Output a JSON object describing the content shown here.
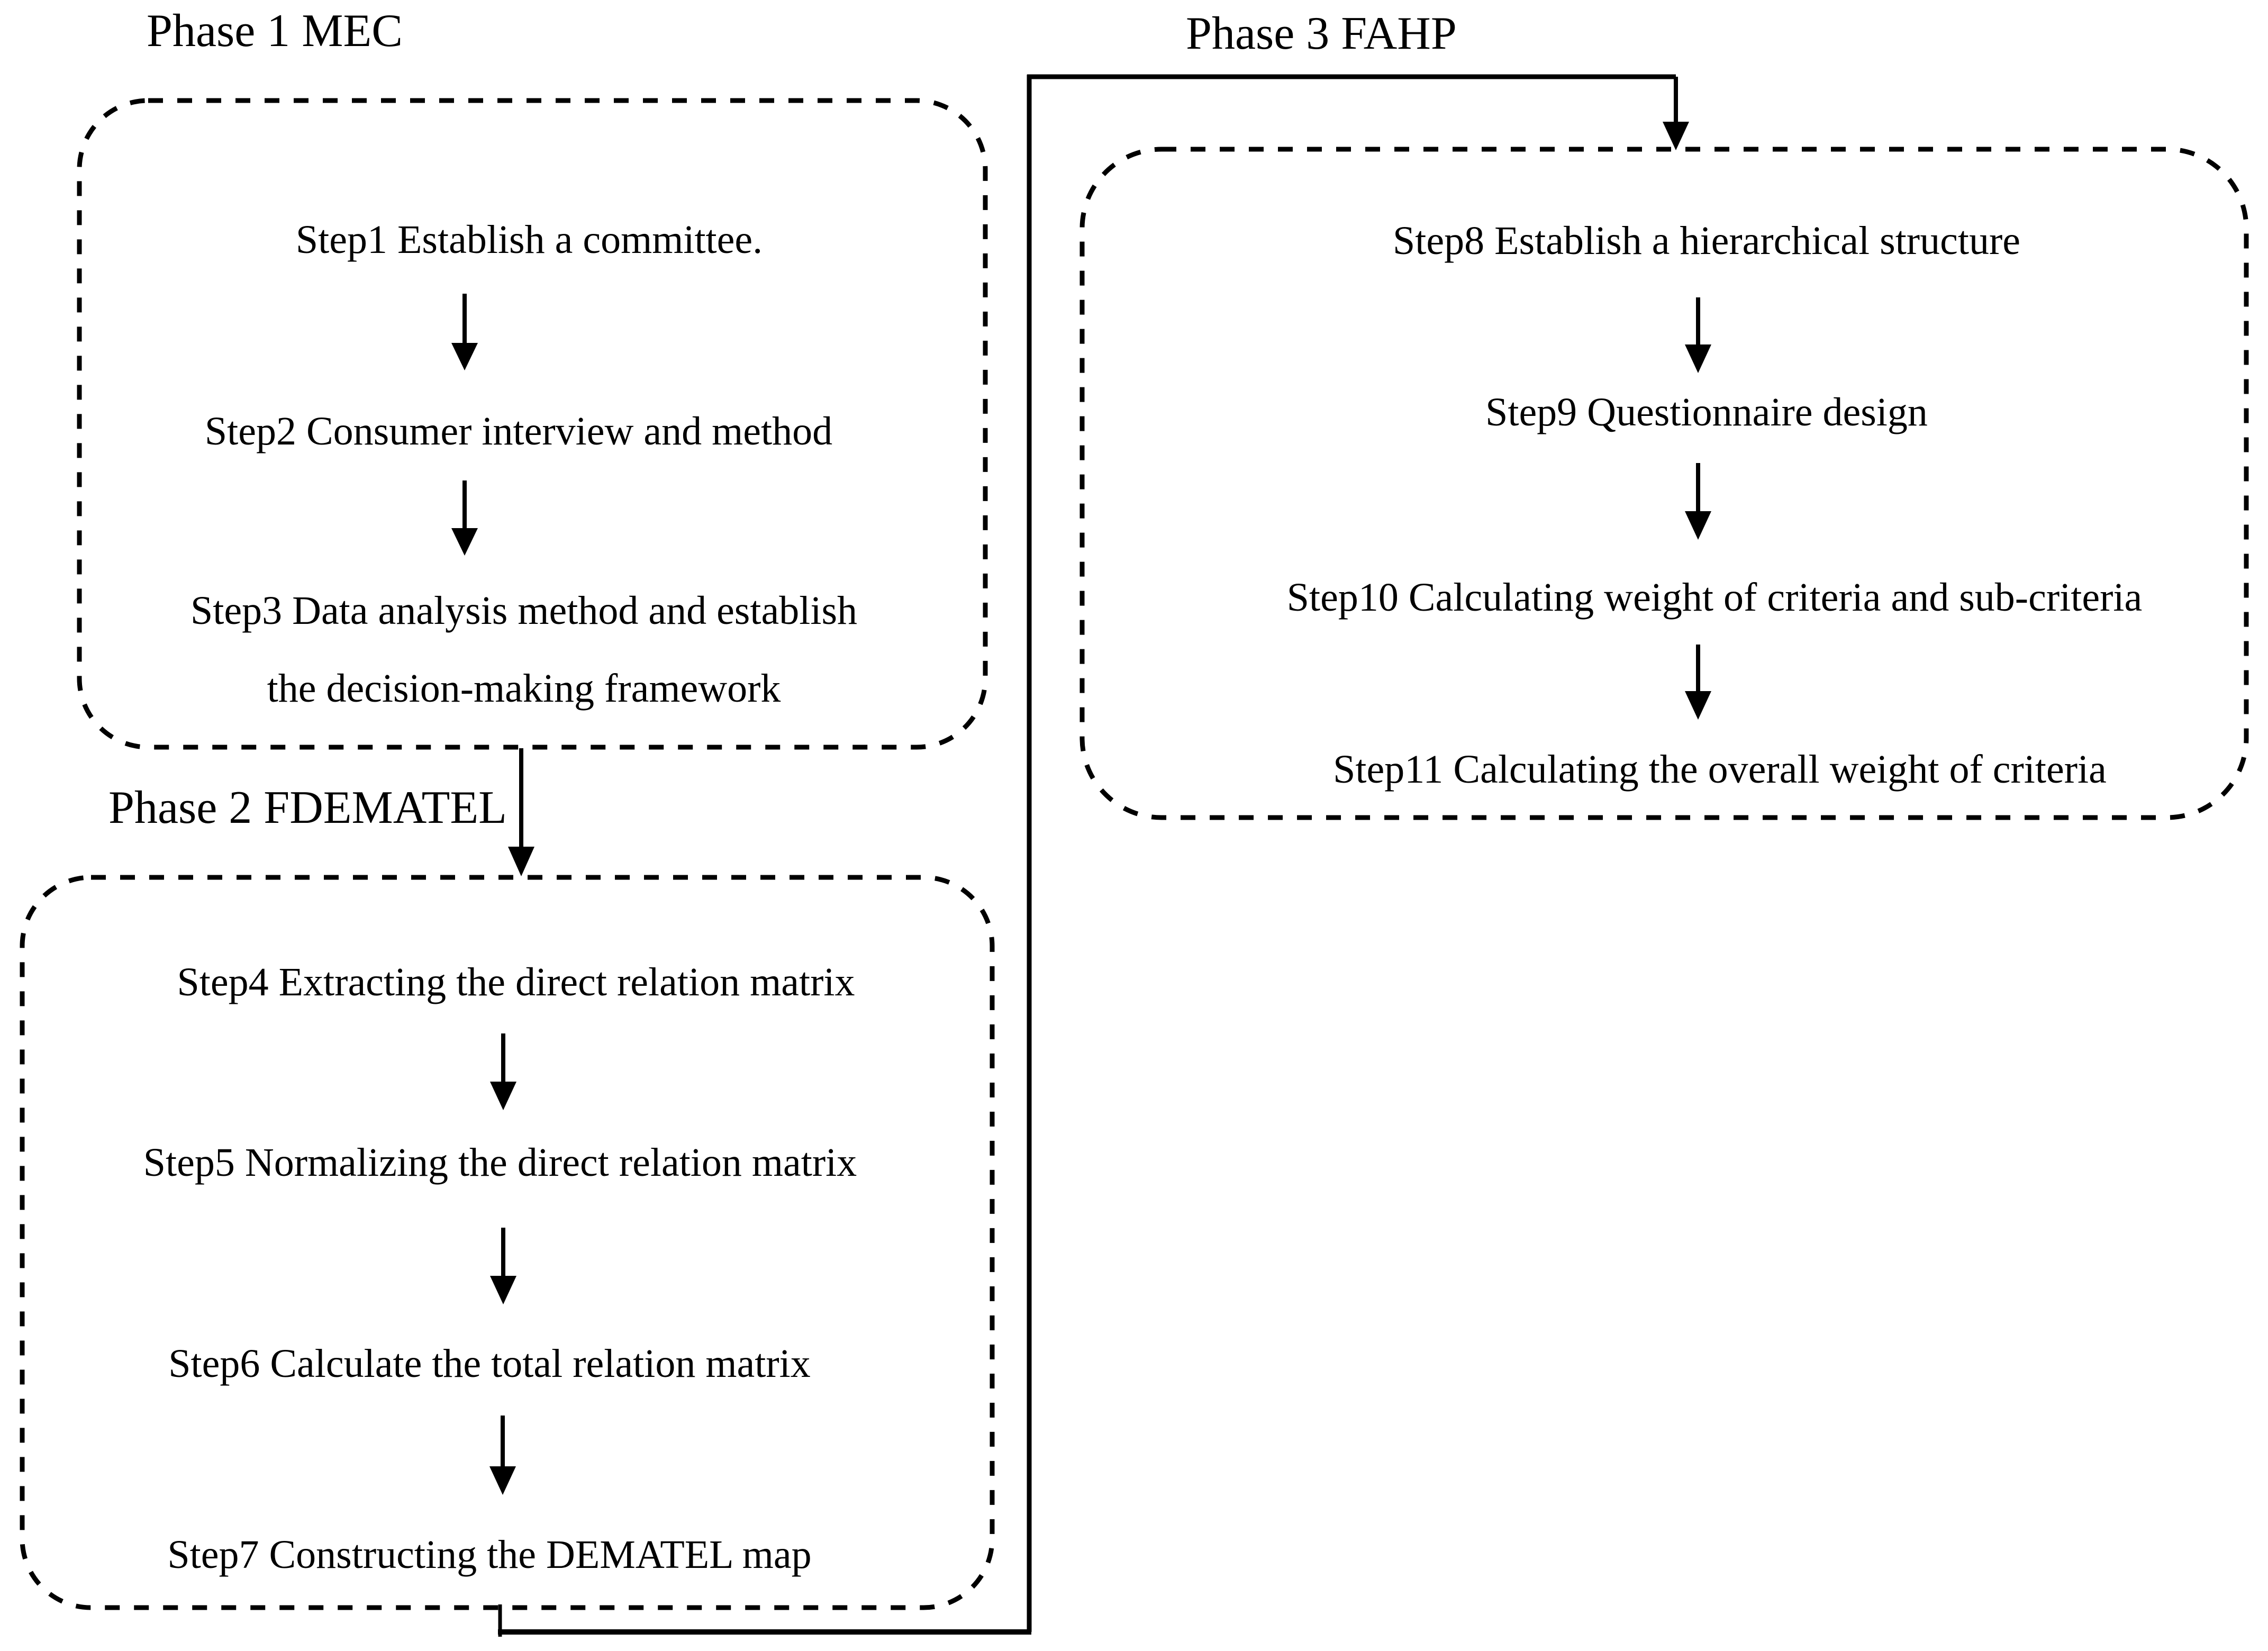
{
  "colors": {
    "background": "#ffffff",
    "ink": "#000000"
  },
  "phases": [
    {
      "title": "Phase 1 MEC",
      "steps": [
        "Step1 Establish a committee.",
        "Step2 Consumer interview and method",
        [
          "Step3 Data analysis method and establish",
          "the decision-making framework"
        ]
      ]
    },
    {
      "title": "Phase 2 FDEMATEL",
      "steps": [
        "Step4 Extracting the direct relation matrix",
        "Step5 Normalizing the direct relation matrix",
        "Step6 Calculate the total relation matrix",
        "Step7 Constructing the DEMATEL map"
      ]
    },
    {
      "title": "Phase 3 FAHP",
      "steps": [
        "Step8 Establish a hierarchical structure",
        "Step9 Questionnaire design",
        "Step10 Calculating weight of criteria and sub-criteria",
        "Step11 Calculating the overall weight of criteria"
      ]
    }
  ]
}
